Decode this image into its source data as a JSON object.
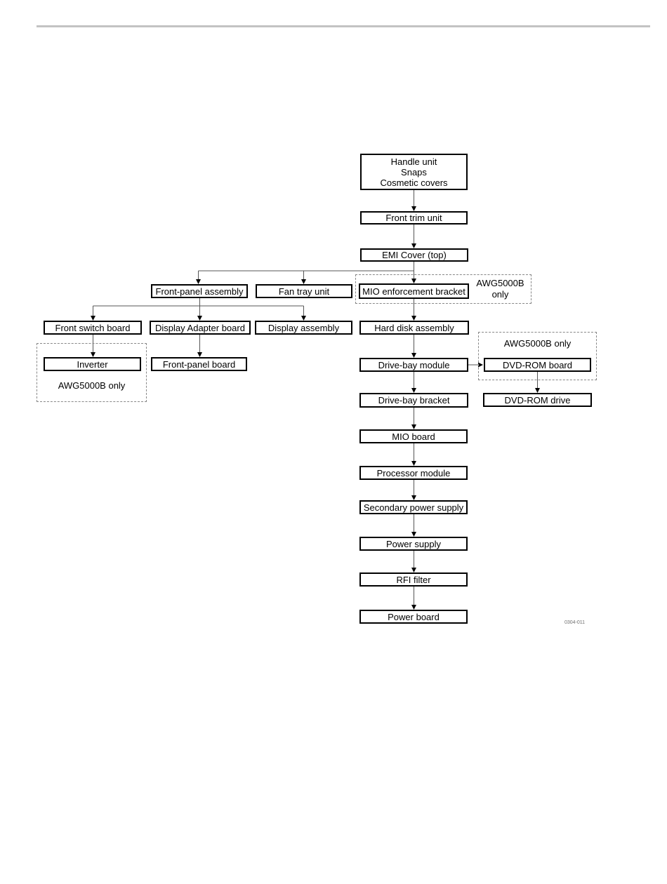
{
  "diagram": {
    "nodes": {
      "handle_unit": {
        "label": "Handle unit\nSnaps\nCosmetic covers"
      },
      "front_trim": {
        "label": "Front trim unit"
      },
      "emi_cover": {
        "label": "EMI Cover (top)"
      },
      "front_panel_assembly": {
        "label": "Front-panel assembly"
      },
      "fan_tray": {
        "label": "Fan tray unit"
      },
      "mio_bracket": {
        "label": "MIO enforcement bracket"
      },
      "front_switch": {
        "label": "Front switch board"
      },
      "display_adapter": {
        "label": "Display Adapter board"
      },
      "display_assembly": {
        "label": "Display assembly"
      },
      "hard_disk": {
        "label": "Hard disk assembly"
      },
      "inverter": {
        "label": "Inverter"
      },
      "front_panel_board": {
        "label": "Front-panel board"
      },
      "drive_bay_module": {
        "label": "Drive-bay module"
      },
      "dvd_rom_board": {
        "label": "DVD-ROM board"
      },
      "drive_bay_bracket": {
        "label": "Drive-bay bracket"
      },
      "dvd_rom_drive": {
        "label": "DVD-ROM drive"
      },
      "mio_board": {
        "label": "MIO board"
      },
      "processor_module": {
        "label": "Processor module"
      },
      "secondary_power_supply": {
        "label": "Secondary power supply"
      },
      "power_supply": {
        "label": "Power supply"
      },
      "rfi_filter": {
        "label": "RFI filter"
      },
      "power_board": {
        "label": "Power board"
      }
    },
    "callouts": {
      "mio_only": {
        "label": "AWG5000B\nonly"
      },
      "inverter_only": {
        "label": "AWG5000B only"
      },
      "dvd_only": {
        "label": "AWG5000B only"
      }
    },
    "figure_number": "0304-011",
    "colors": {
      "box_border": "#000000",
      "connector": "#555555",
      "dashed_border": "#878787",
      "top_rule": "#c3c3c3"
    }
  }
}
